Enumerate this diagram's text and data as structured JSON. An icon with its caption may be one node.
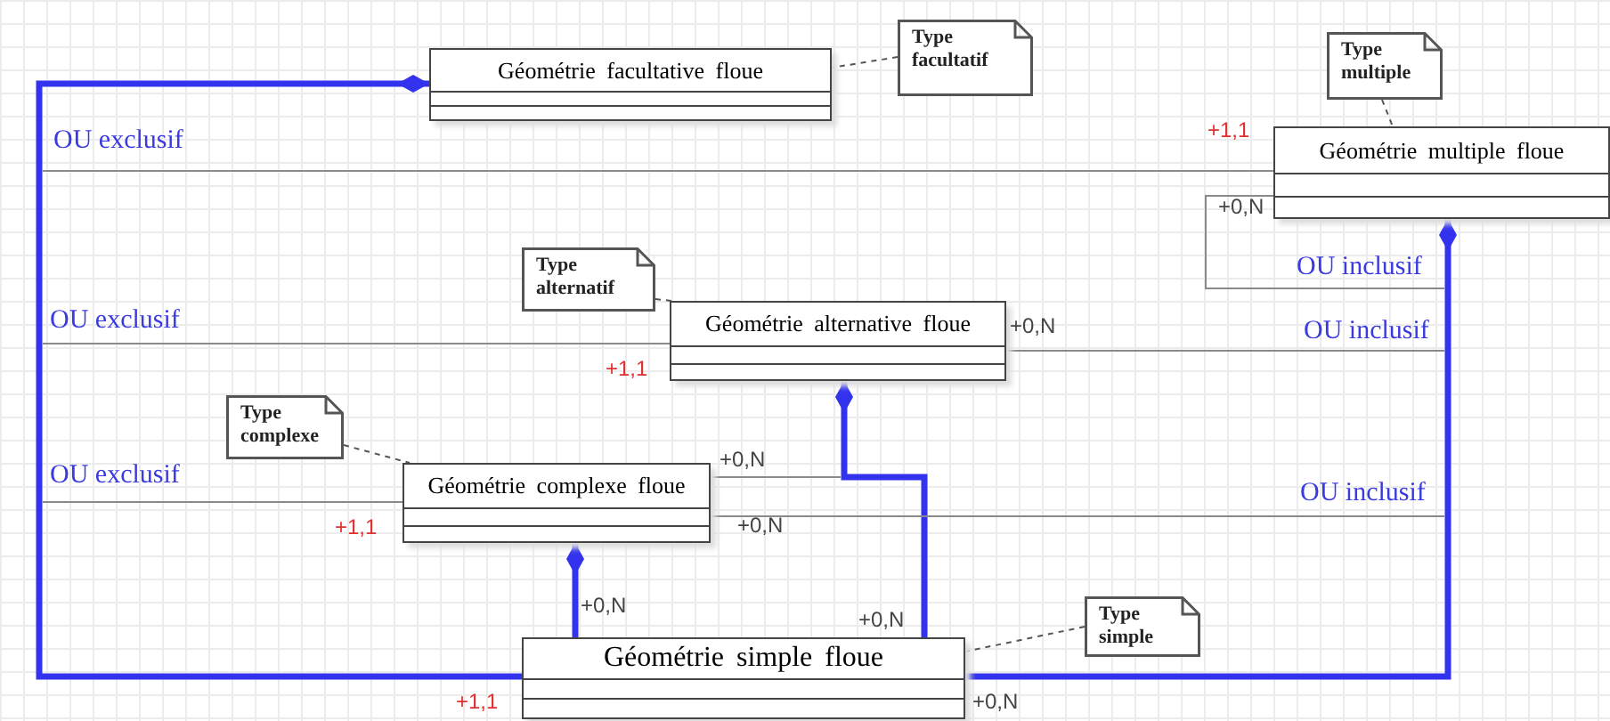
{
  "diagram": {
    "nodes": [
      {
        "text": [
          "Géométrie facultative floue"
        ]
      },
      {
        "text": [
          "Type facultatif"
        ]
      },
      {
        "text": [
          "Type multiple"
        ]
      },
      {
        "text": [
          "Géométrie multiple floue"
        ]
      },
      {
        "text": [
          "Type alternatif"
        ]
      },
      {
        "text": [
          "Géométrie alternative floue"
        ]
      },
      {
        "text": [
          "Type complexe"
        ]
      },
      {
        "text": [
          "Géométrie complexe floue"
        ]
      },
      {
        "text": [
          "Géométrie simple floue"
        ]
      },
      {
        "text": [
          "Type simple"
        ]
      }
    ],
    "edges": [
      {
        "from": 8,
        "to": 0,
        "arrow": "other",
        "style": "thick",
        "color": "#3333ee"
      },
      {
        "from": 8,
        "to": 3,
        "arrow": "other",
        "style": "thick",
        "color": "#3333ee"
      },
      {
        "from": 8,
        "to": 5,
        "arrow": "other",
        "style": "thick",
        "color": "#3333ee"
      },
      {
        "from": 8,
        "to": 7,
        "arrow": "other",
        "style": "thick",
        "color": "#3333ee"
      },
      {
        "from": 1,
        "to": 0,
        "arrow": "none",
        "style": "dashed",
        "color": "#555555"
      },
      {
        "from": 2,
        "to": 3,
        "arrow": "none",
        "style": "dashed",
        "color": "#555555"
      },
      {
        "from": 4,
        "to": 5,
        "arrow": "none",
        "style": "dashed",
        "color": "#555555"
      },
      {
        "from": 6,
        "to": 7,
        "arrow": "none",
        "style": "dashed",
        "color": "#555555"
      },
      {
        "from": 9,
        "to": 8,
        "arrow": "none",
        "style": "dashed",
        "color": "#555555"
      },
      {
        "from": null,
        "to": 3,
        "arrow": "none"
      },
      {
        "from": null,
        "to": 5,
        "arrow": "none"
      },
      {
        "from": null,
        "to": 7,
        "arrow": "none"
      },
      {
        "from": 3,
        "to": null,
        "arrow": "none"
      },
      {
        "from": 5,
        "to": null,
        "arrow": "none"
      },
      {
        "from": 7,
        "to": null,
        "arrow": "none"
      },
      {
        "from": 7,
        "to": null,
        "arrow": "none"
      }
    ],
    "labels": [
      "OU exclusif",
      "+1,1",
      "+0,N",
      "OU inclusif",
      "OU exclusif",
      "+0,N",
      "OU inclusif",
      "+1,1",
      "+0,N",
      "OU exclusif",
      "OU inclusif",
      "+1,1",
      "+0,N",
      "+0,N",
      "+0,N",
      "+1,1",
      "+0,N"
    ]
  }
}
